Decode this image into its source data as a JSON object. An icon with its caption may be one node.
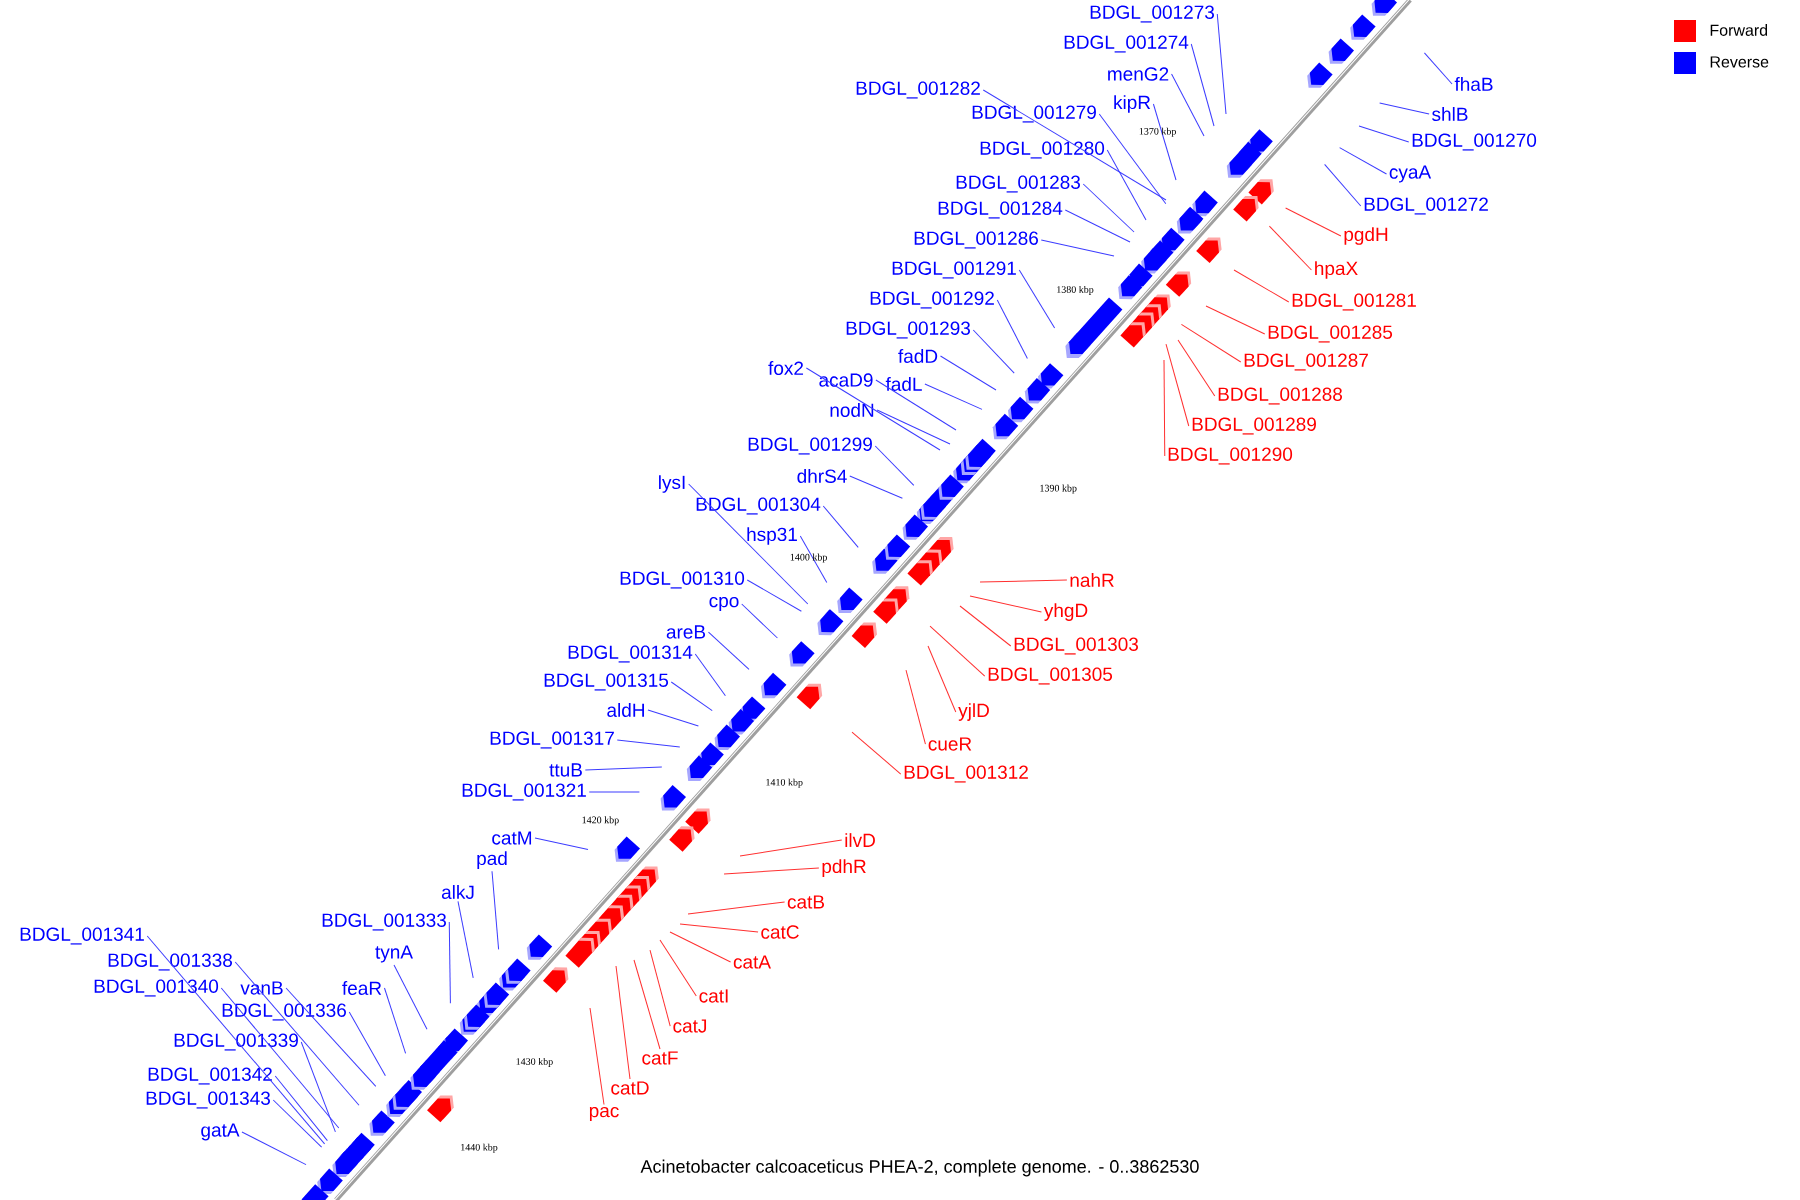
{
  "diagram": {
    "caption": "Acinetobacter calcoaceticus PHEA-2, complete genome. - 0..3862530",
    "nodes": [
      {
        "text": [
          "BDGL_001273"
        ]
      },
      {
        "text": [
          "BDGL_001274"
        ]
      },
      {
        "text": [
          "menG2"
        ]
      },
      {
        "text": [
          "kipR"
        ]
      },
      {
        "text": [
          "BDGL_001282"
        ]
      },
      {
        "text": [
          "BDGL_001279"
        ]
      },
      {
        "text": [
          "BDGL_001280"
        ]
      },
      {
        "text": [
          "BDGL_001283"
        ]
      },
      {
        "text": [
          "BDGL_001284"
        ]
      },
      {
        "text": [
          "BDGL_001286"
        ]
      },
      {
        "text": [
          "BDGL_001291"
        ]
      },
      {
        "text": [
          "BDGL_001292"
        ]
      },
      {
        "text": [
          "BDGL_001293"
        ]
      },
      {
        "text": [
          "fadD"
        ]
      },
      {
        "text": [
          "fox2"
        ]
      },
      {
        "text": [
          "acaD9"
        ]
      },
      {
        "text": [
          "fadL"
        ]
      },
      {
        "text": [
          "nodN"
        ]
      },
      {
        "text": [
          "BDGL_001299"
        ]
      },
      {
        "text": [
          "dhrS4"
        ]
      },
      {
        "text": [
          "lysI"
        ]
      },
      {
        "text": [
          "BDGL_001304"
        ]
      },
      {
        "text": [
          "hsp31"
        ]
      },
      {
        "text": [
          "BDGL_001310"
        ]
      },
      {
        "text": [
          "cpo"
        ]
      },
      {
        "text": [
          "areB"
        ]
      },
      {
        "text": [
          "BDGL_001314"
        ]
      },
      {
        "text": [
          "BDGL_001315"
        ]
      },
      {
        "text": [
          "aldH"
        ]
      },
      {
        "text": [
          "BDGL_001317"
        ]
      },
      {
        "text": [
          "ttuB"
        ]
      },
      {
        "text": [
          "BDGL_001321"
        ]
      },
      {
        "text": [
          "catM"
        ]
      },
      {
        "text": [
          "pad"
        ]
      },
      {
        "text": [
          "alkJ"
        ]
      },
      {
        "text": [
          "BDGL_001333"
        ]
      },
      {
        "text": [
          "tynA"
        ]
      },
      {
        "text": [
          "feaR"
        ]
      },
      {
        "text": [
          "BDGL_001341"
        ]
      },
      {
        "text": [
          "BDGL_001338"
        ]
      },
      {
        "text": [
          "BDGL_001340"
        ]
      },
      {
        "text": [
          "vanB"
        ]
      },
      {
        "text": [
          "BDGL_001336"
        ]
      },
      {
        "text": [
          "BDGL_001339"
        ]
      },
      {
        "text": [
          "BDGL_001342"
        ]
      },
      {
        "text": [
          "BDGL_001343"
        ]
      },
      {
        "text": [
          "gatA"
        ]
      },
      {
        "text": [
          "fhaB"
        ]
      },
      {
        "text": [
          "shlB"
        ]
      },
      {
        "text": [
          "BDGL_001270"
        ]
      },
      {
        "text": [
          "cyaA"
        ]
      },
      {
        "text": [
          "BDGL_001272"
        ]
      },
      {
        "text": [
          "pgdH"
        ]
      },
      {
        "text": [
          "hpaX"
        ]
      },
      {
        "text": [
          "BDGL_001281"
        ]
      },
      {
        "text": [
          "BDGL_001285"
        ]
      },
      {
        "text": [
          "BDGL_001287"
        ]
      },
      {
        "text": [
          "BDGL_001288"
        ]
      },
      {
        "text": [
          "BDGL_001289"
        ]
      },
      {
        "text": [
          "BDGL_001290"
        ]
      },
      {
        "text": [
          "nahR"
        ]
      },
      {
        "text": [
          "yhgD"
        ]
      },
      {
        "text": [
          "BDGL_001303"
        ]
      },
      {
        "text": [
          "BDGL_001305"
        ]
      },
      {
        "text": [
          "yjlD"
        ]
      },
      {
        "text": [
          "cueR"
        ]
      },
      {
        "text": [
          "BDGL_001312"
        ]
      },
      {
        "text": [
          "ilvD"
        ]
      },
      {
        "text": [
          "pdhR"
        ]
      },
      {
        "text": [
          "catB"
        ]
      },
      {
        "text": [
          "catC"
        ]
      },
      {
        "text": [
          "catA"
        ]
      },
      {
        "text": [
          "catI"
        ]
      },
      {
        "text": [
          "catJ"
        ]
      },
      {
        "text": [
          "catF"
        ]
      },
      {
        "text": [
          "catD"
        ]
      },
      {
        "text": [
          "pac"
        ]
      }
    ],
    "edges": [
      {
        "from": 0,
        "to": null,
        "arrow": "none"
      },
      {
        "from": 1,
        "to": null,
        "arrow": "none"
      },
      {
        "from": 2,
        "to": null,
        "arrow": "none"
      },
      {
        "from": 3,
        "to": null,
        "arrow": "none"
      },
      {
        "from": 4,
        "to": null,
        "arrow": "none"
      },
      {
        "from": 5,
        "to": null,
        "arrow": "none"
      },
      {
        "from": 6,
        "to": null,
        "arrow": "none"
      },
      {
        "from": 7,
        "to": null,
        "arrow": "none"
      },
      {
        "from": 8,
        "to": null,
        "arrow": "none"
      },
      {
        "from": 9,
        "to": null,
        "arrow": "none"
      },
      {
        "from": 10,
        "to": null,
        "arrow": "none"
      },
      {
        "from": 11,
        "to": null,
        "arrow": "none"
      },
      {
        "from": 12,
        "to": null,
        "arrow": "none"
      },
      {
        "from": 13,
        "to": null,
        "arrow": "none"
      },
      {
        "from": 14,
        "to": null,
        "arrow": "none"
      },
      {
        "from": 15,
        "to": null,
        "arrow": "none"
      },
      {
        "from": 16,
        "to": null,
        "arrow": "none"
      },
      {
        "from": 17,
        "to": null,
        "arrow": "none"
      },
      {
        "from": 18,
        "to": null,
        "arrow": "none"
      },
      {
        "from": 19,
        "to": null,
        "arrow": "none"
      },
      {
        "from": 20,
        "to": null,
        "arrow": "none"
      },
      {
        "from": 21,
        "to": null,
        "arrow": "none"
      },
      {
        "from": 22,
        "to": null,
        "arrow": "none"
      },
      {
        "from": 23,
        "to": null,
        "arrow": "none"
      },
      {
        "from": 24,
        "to": null,
        "arrow": "none"
      },
      {
        "from": 25,
        "to": null,
        "arrow": "none"
      },
      {
        "from": 26,
        "to": null,
        "arrow": "none"
      },
      {
        "from": 27,
        "to": null,
        "arrow": "none"
      },
      {
        "from": 28,
        "to": null,
        "arrow": "none"
      },
      {
        "from": 29,
        "to": null,
        "arrow": "none"
      },
      {
        "from": 30,
        "to": null,
        "arrow": "none"
      },
      {
        "from": 31,
        "to": null,
        "arrow": "none"
      },
      {
        "from": 32,
        "to": null,
        "arrow": "none"
      },
      {
        "from": 33,
        "to": null,
        "arrow": "none"
      },
      {
        "from": 34,
        "to": null,
        "arrow": "none"
      },
      {
        "from": 35,
        "to": null,
        "arrow": "none"
      },
      {
        "from": 36,
        "to": null,
        "arrow": "none"
      },
      {
        "from": 37,
        "to": null,
        "arrow": "none"
      },
      {
        "from": 38,
        "to": null,
        "arrow": "none"
      },
      {
        "from": 39,
        "to": null,
        "arrow": "none"
      },
      {
        "from": 40,
        "to": null,
        "arrow": "none"
      },
      {
        "from": 41,
        "to": null,
        "arrow": "none"
      },
      {
        "from": 42,
        "to": null,
        "arrow": "none"
      },
      {
        "from": 43,
        "to": null,
        "arrow": "none"
      },
      {
        "from": 44,
        "to": null,
        "arrow": "none"
      },
      {
        "from": 45,
        "to": null,
        "arrow": "none"
      },
      {
        "from": 46,
        "to": null,
        "arrow": "none"
      },
      {
        "from": 47,
        "to": null,
        "arrow": "none"
      },
      {
        "from": 48,
        "to": null,
        "arrow": "none"
      },
      {
        "from": 49,
        "to": null,
        "arrow": "none"
      },
      {
        "from": 50,
        "to": null,
        "arrow": "none"
      },
      {
        "from": 51,
        "to": null,
        "arrow": "none"
      },
      {
        "from": 52,
        "to": null,
        "arrow": "none",
        "color": "#ff3030"
      },
      {
        "from": 53,
        "to": null,
        "arrow": "none",
        "color": "#ff3030"
      },
      {
        "from": 54,
        "to": null,
        "arrow": "none",
        "color": "#ff3030"
      },
      {
        "from": 55,
        "to": null,
        "arrow": "none",
        "color": "#ff3030"
      },
      {
        "from": 56,
        "to": null,
        "arrow": "none",
        "color": "#ff3030"
      },
      {
        "from": 57,
        "to": null,
        "arrow": "none",
        "color": "#ff3030"
      },
      {
        "from": 58,
        "to": null,
        "arrow": "none",
        "color": "#ff3030"
      },
      {
        "from": 59,
        "to": null,
        "arrow": "none",
        "color": "#ff3030"
      },
      {
        "from": 60,
        "to": null,
        "arrow": "none",
        "color": "#ff3030"
      },
      {
        "from": 61,
        "to": null,
        "arrow": "none",
        "color": "#ff3030"
      },
      {
        "from": 62,
        "to": null,
        "arrow": "none",
        "color": "#ff3030"
      },
      {
        "from": 63,
        "to": null,
        "arrow": "none",
        "color": "#ff3030"
      },
      {
        "from": 64,
        "to": null,
        "arrow": "none",
        "color": "#ff3030"
      },
      {
        "from": 65,
        "to": null,
        "arrow": "none",
        "color": "#ff3030"
      },
      {
        "from": 66,
        "to": null,
        "arrow": "none",
        "color": "#ff3030"
      },
      {
        "from": 67,
        "to": null,
        "arrow": "none",
        "color": "#ff3030"
      },
      {
        "from": 68,
        "to": null,
        "arrow": "none",
        "color": "#ff3030"
      },
      {
        "from": 69,
        "to": null,
        "arrow": "none",
        "color": "#ff3030"
      },
      {
        "from": 70,
        "to": null,
        "arrow": "none",
        "color": "#ff3030"
      },
      {
        "from": 71,
        "to": null,
        "arrow": "none",
        "color": "#ff3030"
      },
      {
        "from": 72,
        "to": null,
        "arrow": "none",
        "color": "#ff3030"
      },
      {
        "from": 73,
        "to": null,
        "arrow": "none",
        "color": "#ff3030"
      },
      {
        "from": 74,
        "to": null,
        "arrow": "none",
        "color": "#ff3030"
      },
      {
        "from": 75,
        "to": null,
        "arrow": "none",
        "color": "#ff3030"
      },
      {
        "from": 76,
        "to": null,
        "arrow": "none",
        "color": "#ff3030"
      }
    ],
    "labels": [
      "1370 kbp",
      "1380 kbp",
      "1390 kbp",
      "1400 kbp",
      "1410 kbp",
      "1420 kbp",
      "1430 kbp",
      "1440 kbp"
    ],
    "legend": [
      {
        "text": "Forward",
        "color": "#ff0000"
      },
      {
        "text": "Reverse",
        "color": "#0000ff"
      }
    ]
  }
}
